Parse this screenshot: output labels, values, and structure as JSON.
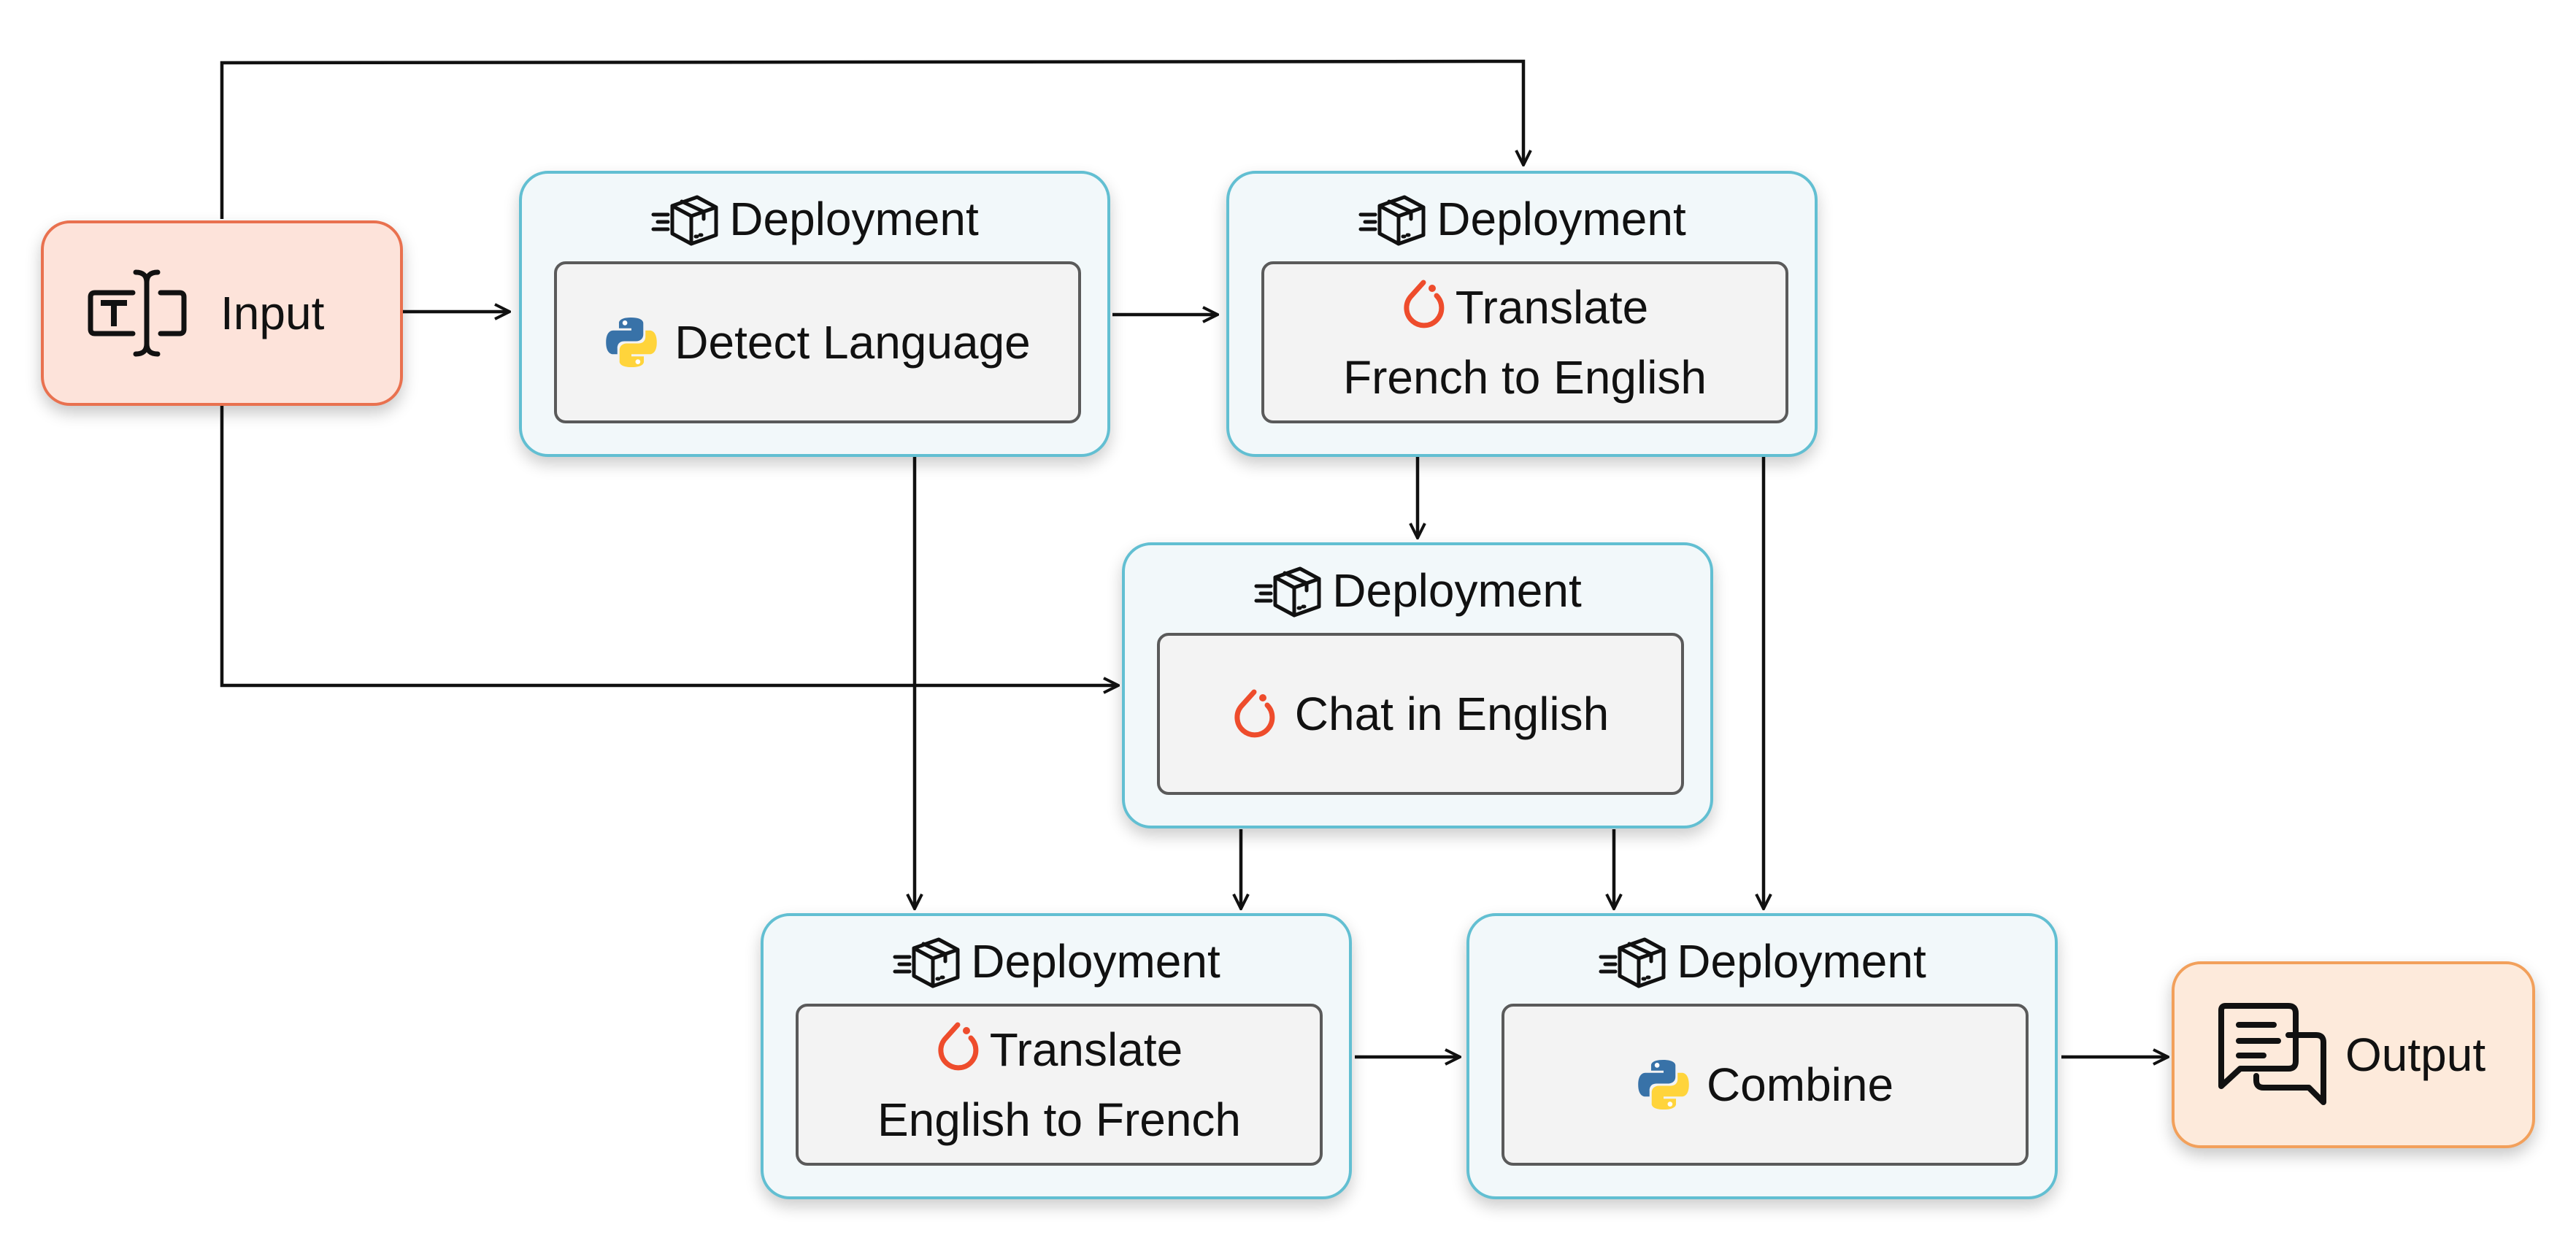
{
  "input": {
    "label": "Input",
    "icon": "text-cursor-icon",
    "bg": "#fde3da",
    "border": "#e9714f"
  },
  "output": {
    "label": "Output",
    "icon": "chat-bubbles-icon",
    "bg": "#fdeadb",
    "border": "#f2a05b"
  },
  "deployment_label": "Deployment",
  "deployments": [
    {
      "task": "Detect Language",
      "icon": "python-icon"
    },
    {
      "task_lines": [
        "Translate",
        "French to English"
      ],
      "icon": "pytorch-icon"
    },
    {
      "task": "Chat in English",
      "icon": "pytorch-icon"
    },
    {
      "task_lines": [
        "Translate",
        "English to French"
      ],
      "icon": "pytorch-icon"
    },
    {
      "task": "Combine",
      "icon": "python-icon"
    }
  ],
  "colors": {
    "deployment_border": "#62bfd2",
    "deployment_bg": "#f2f8fa",
    "task_border": "#5a5a5a",
    "task_bg": "#f3f3f3",
    "arrow": "#111111",
    "pytorch": "#ee4c2c",
    "python_blue": "#3872a8",
    "python_yellow": "#ffd43b"
  }
}
